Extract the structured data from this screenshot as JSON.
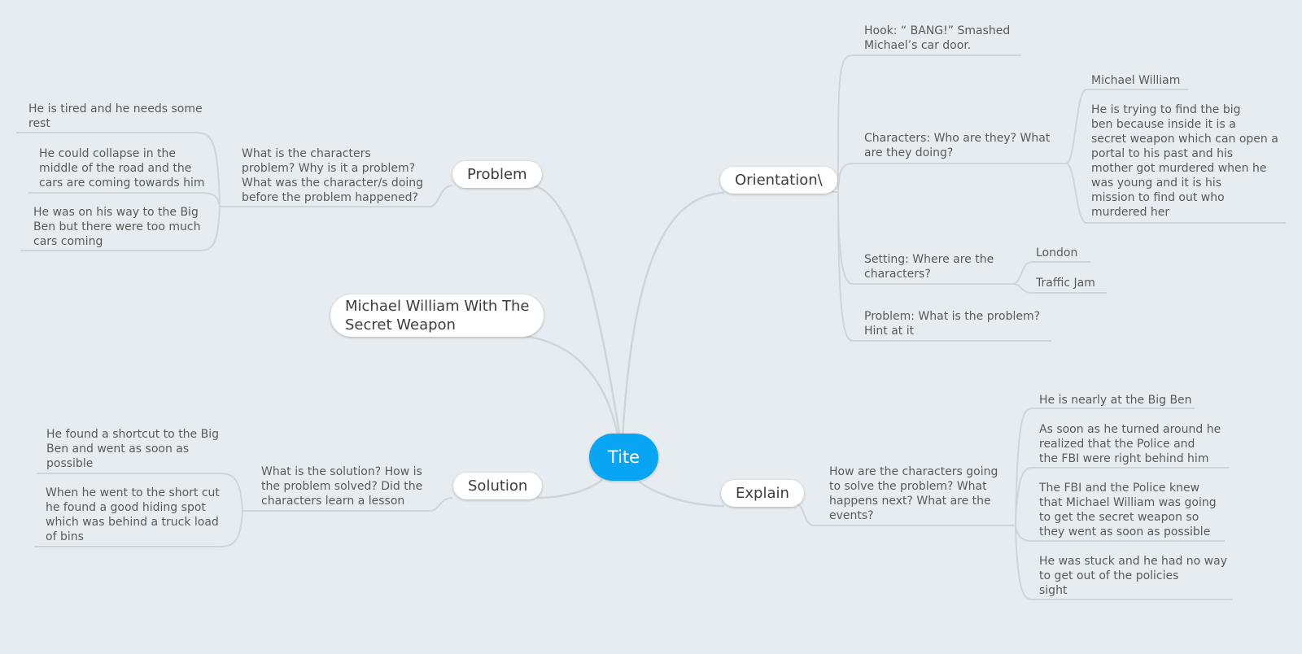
{
  "central": "Tite",
  "branches": {
    "orientation": "Orientation\\",
    "problem": "Problem",
    "solution": "Solution",
    "explain": "Explain"
  },
  "floating": "Michael William With The\nSecret Weapon",
  "orientation": {
    "hook": "Hook: “ BANG!” Smashed\nMichael’s car door.",
    "characters": "Characters: Who are they? What\nare they doing?",
    "characters_name": "Michael William",
    "characters_desc": "He is trying to find the big\nben because inside it is a\nsecret weapon which can open a\nportal to his past and his\nmother got murdered when he\nwas young and it is his\nmission to find out who\nmurdered her",
    "setting": "Setting: Where are the\ncharacters?",
    "setting_items": [
      "London",
      "Traffic Jam"
    ],
    "problem": "Problem: What is the problem?\nHint at it"
  },
  "problem": {
    "question": "What is the characters\nproblem? Why is it a problem?\nWhat was the character/s doing\nbefore the problem happened?",
    "answers": [
      "He is tired and he needs some\nrest",
      "He could collapse in the\nmiddle of the road and the\ncars are coming towards him",
      "He was on his way to the Big\nBen but there were too much\ncars coming"
    ]
  },
  "solution": {
    "question": "What is the solution? How is\nthe problem solved? Did the\ncharacters learn a lesson",
    "answers": [
      "He found a shortcut to the Big\nBen and went as soon as\npossible",
      "When he went to the short cut\nhe found a good hiding spot\nwhich was behind a truck load\nof bins"
    ]
  },
  "explain": {
    "question": "How are the characters going\nto solve the problem? What\nhappens next? What are the\nevents?",
    "answers": [
      "He is nearly at the Big Ben",
      "As soon as he turned around he\nrealized that the Police and\nthe FBI were right behind him",
      "The FBI and the Police knew\nthat Michael William was going\nto get the secret weapon so\nthey went as soon as possible",
      "He was stuck and he had no way\nto get out of the policies\nsight"
    ]
  },
  "colors": {
    "background": "#e6ecf0",
    "central": "#08a5f4",
    "connector": "#cfd6da",
    "text": "#5a5a5a"
  }
}
